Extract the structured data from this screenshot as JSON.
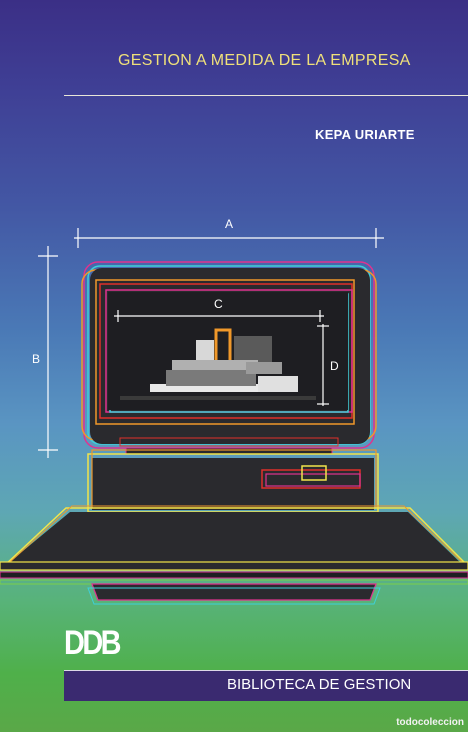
{
  "cover": {
    "title": "GESTION A MEDIDA DE LA EMPRESA",
    "author": "KEPA URIARTE",
    "publisher_logo": "DDB",
    "series": "BIBLIOTECA DE GESTION",
    "watermark": "todocoleccion"
  },
  "illustration": {
    "labels": {
      "a": "A",
      "b": "B",
      "c": "C",
      "d": "D"
    },
    "colors": {
      "red": "#e0302a",
      "orange": "#f0982a",
      "yellow": "#f2e44a",
      "magenta": "#e0338f",
      "cyan": "#3ed0d8",
      "green": "#7ad04a",
      "body": "#2a2a2e"
    }
  },
  "colors": {
    "title": "#efe07a",
    "series_bar": "#3a2a70",
    "bg_top": "#3b2f86",
    "bg_bottom": "#5aa848"
  }
}
